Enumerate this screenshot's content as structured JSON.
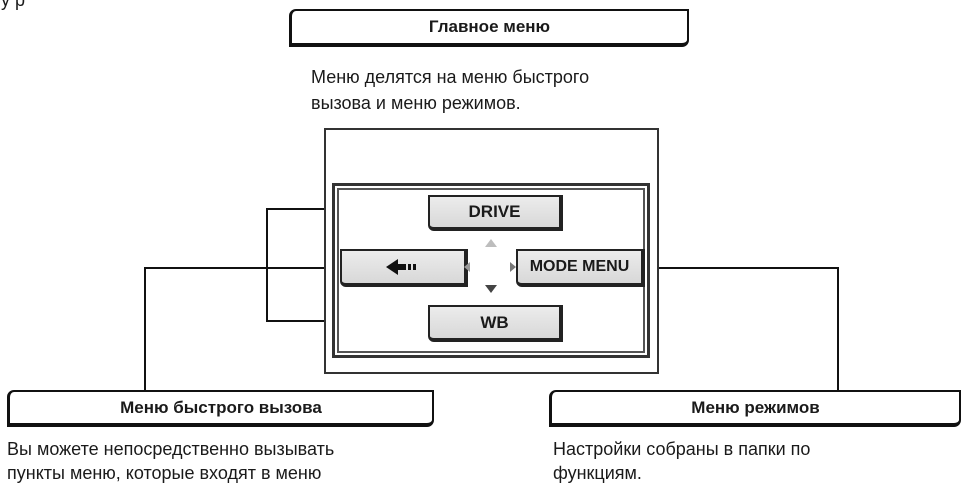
{
  "top_partial_text": "у                                                    р",
  "main_menu": {
    "title": "Главное меню",
    "intro_line1": "Меню делятся на меню быстрого",
    "intro_line2": "вызова и меню режимов."
  },
  "screen": {
    "drive_label": "DRIVE",
    "wb_label": "WB",
    "mode_menu_label": "MODE MENU",
    "left_button_icon": "drive-mode-icon"
  },
  "quick_menu": {
    "title": "Меню быстрого вызова",
    "desc_line1": "Вы можете непосредственно вызывать",
    "desc_line2": "пункты меню, которые входят в меню"
  },
  "mode_menu": {
    "title": "Меню режимов",
    "desc_line1": "Настройки собраны в папки по",
    "desc_line2": "функциям."
  },
  "colors": {
    "line": "#111111",
    "button_fill": "#e2e2e2",
    "frame": "#333333"
  }
}
